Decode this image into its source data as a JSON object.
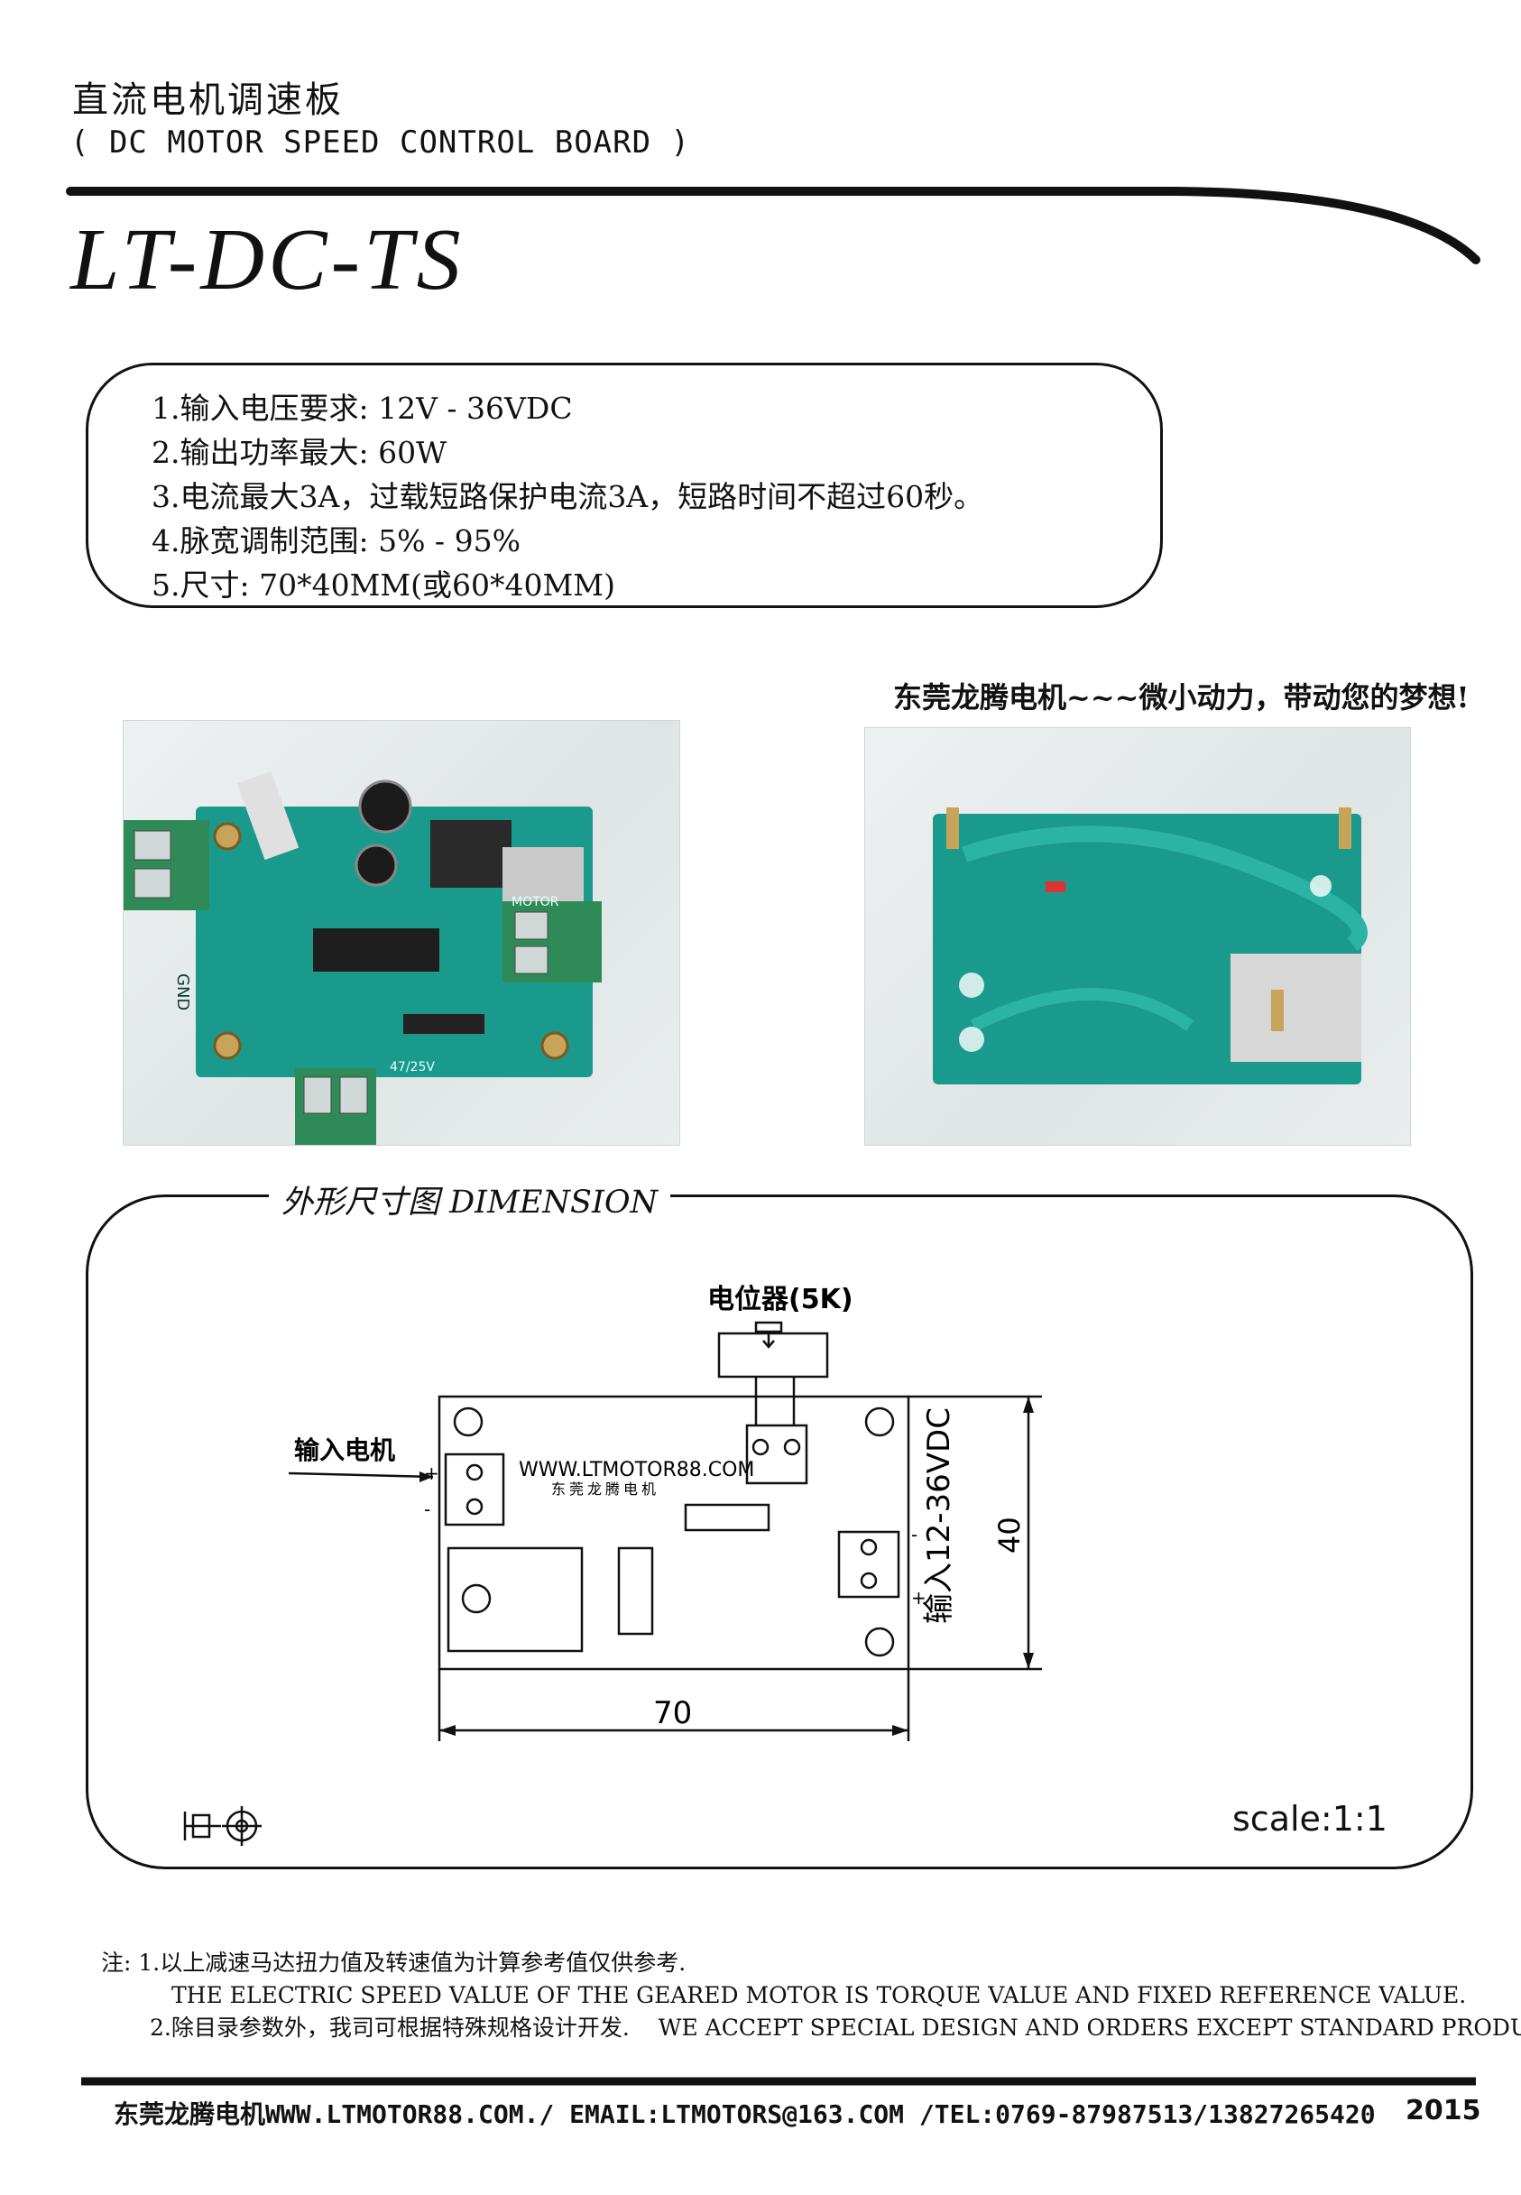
{
  "header": {
    "title_cn": "直流电机调速板",
    "title_en": "( DC MOTOR SPEED CONTROL BOARD )",
    "model": "LT-DC-TS"
  },
  "specs": [
    "1.输入电压要求: 12V - 36VDC",
    "2.输出功率最大: 60W",
    "3.电流最大3A，过载短路保护电流3A，短路时间不超过60秒。",
    "4.脉宽调制范围: 5% - 95%",
    "5.尺寸: 70*40MM(或60*40MM)"
  ],
  "slogan": "东莞龙腾电机~~~微小动力，带动您的梦想!",
  "photo_labels": {
    "gnd": "GND",
    "motor": "MOTOR",
    "cap": "47/25V"
  },
  "dimension": {
    "heading": "外形尺寸图 DIMENSION",
    "potentiometer": "电位器(5K)",
    "input_motor": "输入电机",
    "website": "WWW.LTMOTOR88.COM",
    "company": "东莞龙腾电机",
    "voltage": "输入12-36VDC",
    "width": "70",
    "height": "40",
    "plus": "+",
    "minus": "-",
    "scale": "scale:1:1"
  },
  "notes": {
    "line1": "注: 1.以上减速马达扭力值及转速值为计算参考值仅供参考.",
    "line2": "THE ELECTRIC SPEED VALUE OF THE GEARED MOTOR IS TORQUE VALUE AND FIXED REFERENCE VALUE.",
    "line3_cn": "2.除目录参数外，我司可根据特殊规格设计开发.",
    "line3_en": "WE ACCEPT SPECIAL DESIGN AND ORDERS EXCEPT STANDARD PRODUCTS"
  },
  "footer": {
    "contact": "东莞龙腾电机WWW.LTMOTOR88.COM./ EMAIL:LTMOTORS@163.COM /TEL:0769-87987513/13827265420",
    "year": "2015"
  },
  "colors": {
    "pcb": "#1a9a8c",
    "terminal": "#2e8b57",
    "ink": "#111111"
  }
}
